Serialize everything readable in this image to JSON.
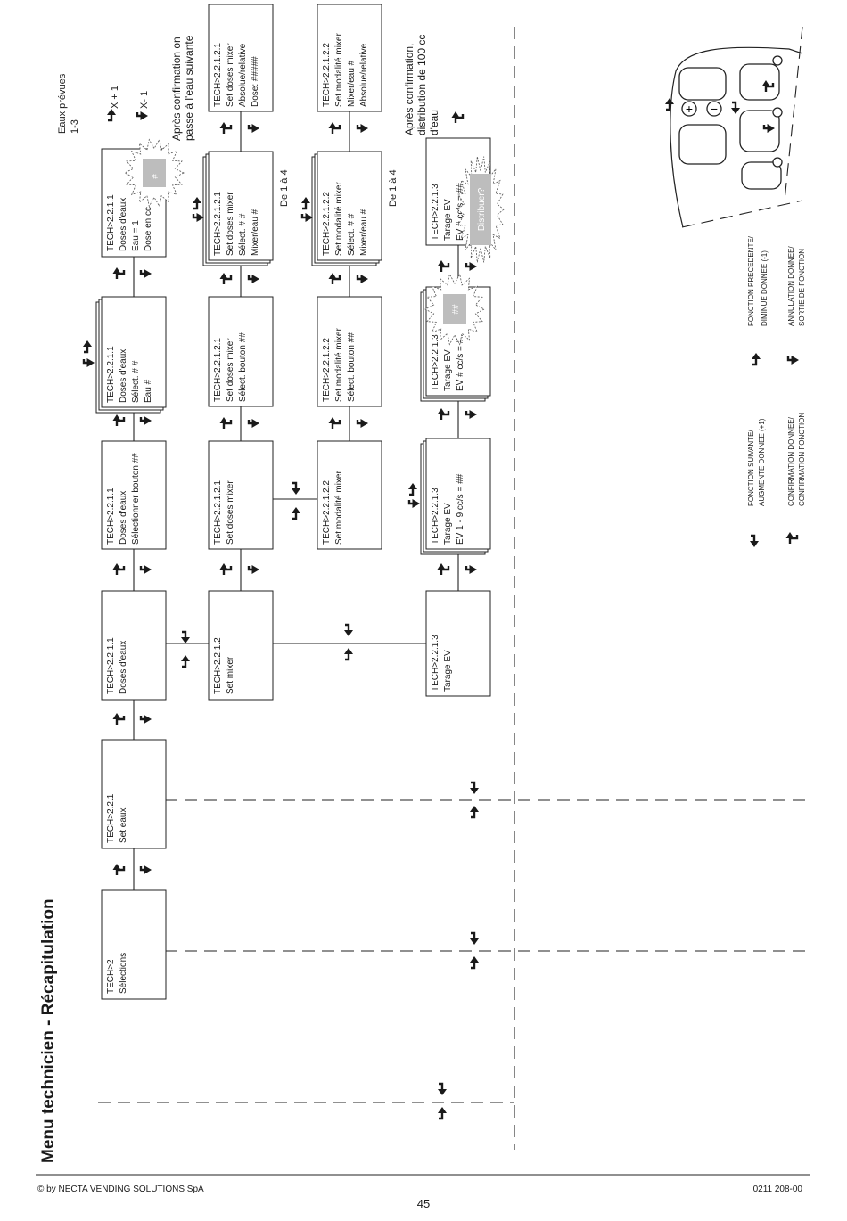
{
  "title": "Menu technicien - Récapitulation",
  "boxes": {
    "tech2": [
      "TECH>2",
      "Sélections"
    ],
    "t221": [
      "TECH>2.2.1",
      "Set eaux"
    ],
    "t2211": [
      "TECH>2.2.1.1",
      "Doses d'eaux"
    ],
    "t2211_sel": [
      "TECH>2.2.1.1",
      "Doses d'eaux",
      "Sélectionner bouton ##"
    ],
    "t2211_stack": [
      "TECH>2.2.1.1",
      "Doses d'eaux",
      "Sélect.   # #",
      "Eau #"
    ],
    "t2211_top": [
      "TECH>2.2.1.1",
      "Doses d'eaux",
      "Eau = 1",
      "Dose en cc"
    ],
    "t2212": [
      "TECH>2.2.1.2",
      "Set mixer"
    ],
    "t22121_a": [
      "TECH>2.2.1.2.1",
      "Set doses mixer"
    ],
    "t22121_b": [
      "TECH>2.2.1.2.1",
      "Set doses mixer",
      "Sélect. bouton ##"
    ],
    "t22121_c": [
      "TECH>2.2.1.2.1",
      "Set doses mixer",
      "Sélect.   # #",
      "Mixer/eau #"
    ],
    "t22121_d": [
      "TECH>2.2.1.2.1",
      "Set doses mixer",
      "Absolue/relative",
      "Dose: #####"
    ],
    "t22122_a": [
      "TECH>2.2.1.2.2",
      "Set modalité mixer"
    ],
    "t22122_b": [
      "TECH>2.2.1.2.2",
      "Set modalité mixer",
      "Sélect. bouton ##"
    ],
    "t22122_c": [
      "TECH>2.2.1.2.2",
      "Set modalité mixer",
      "Sélect.   # #",
      "Mixer/eau #"
    ],
    "t22122_d": [
      "TECH>2.2.1.2.2",
      "Set modalité mixer",
      "Mixer/eau #",
      "Absolue/relative"
    ],
    "t2213_a": [
      "TECH>2.2.1.3",
      "Tarage EV"
    ],
    "t2213_b": [
      "TECH>2.2.1.3",
      "Tarage EV",
      "EV 1 - 9  cc/s = ##"
    ],
    "t2213_c": [
      "TECH>2.2.1.3",
      "Tarage EV",
      "EV #  cc/s = ##"
    ],
    "t2213_d": [
      "TECH>2.2.1.3",
      "Tarage EV",
      "EV #  cc/s = ##"
    ]
  },
  "bursts": {
    "hash": "#",
    "double_hash": "##",
    "distribuer": "Distribuer?"
  },
  "notes": {
    "eaux_prevues": [
      "Eaux prévues",
      "1-3"
    ],
    "x_plus": "X + 1",
    "x_minus": "X- 1",
    "apres_eau": [
      "Après confirmation on",
      "passe à l'eau suivante"
    ],
    "de_1_a_4": "De 1 à 4",
    "apres_dist": [
      "Après confirmation,",
      "distribution de 100 cc",
      "d'eau"
    ]
  },
  "legend": [
    {
      "arrow": "right",
      "lines": [
        "FONCTION SUIVANTE/",
        "AUGMENTE DONNEE (+1)"
      ]
    },
    {
      "arrow": "left",
      "lines": [
        "FONCTION PRECEDENTE/",
        "DIMINUE DONNEE (-1)"
      ]
    },
    {
      "arrow": "enter",
      "lines": [
        "CONFIRMATION DONNEE/",
        "CONFIRMATION FONCTION"
      ]
    },
    {
      "arrow": "down",
      "lines": [
        "ANNULATION DONNEE/",
        "SORTIE DE FONCTION"
      ]
    }
  ],
  "keypad": {
    "plus": "+",
    "minus": "−"
  },
  "footer": {
    "copyright": "© by NECTA VENDING SOLUTIONS SpA",
    "page": "45",
    "code": "0211 208-00"
  }
}
